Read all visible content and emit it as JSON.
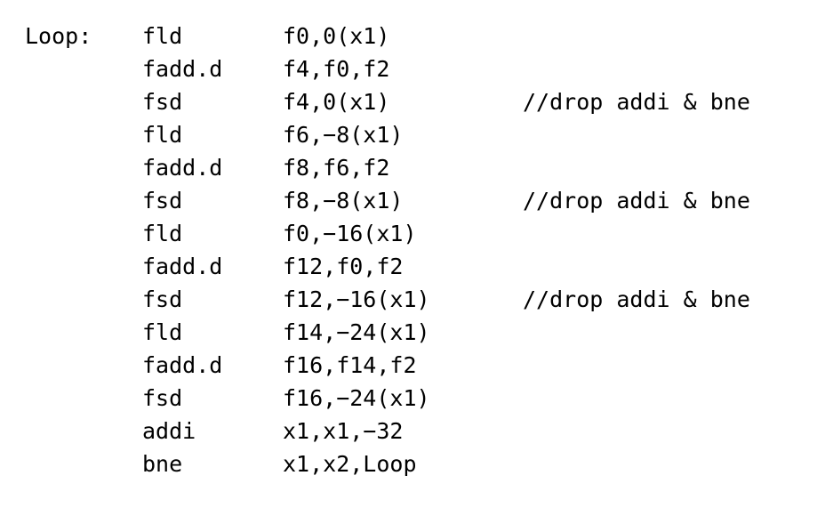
{
  "document": {
    "kind": "assembly-code-listing",
    "architecture": "RISC-V",
    "background_color": "#ffffff",
    "text_color": "#000000"
  },
  "columns": {
    "label": "label",
    "mnemonic": "mnemonic",
    "operands": "operands",
    "comment": "comment"
  },
  "lines": [
    {
      "label": "Loop:",
      "mnemonic": "fld",
      "operands": "f0,0(x1)",
      "comment": ""
    },
    {
      "label": "",
      "mnemonic": "fadd.d",
      "operands": "f4,f0,f2",
      "comment": ""
    },
    {
      "label": "",
      "mnemonic": "fsd",
      "operands": "f4,0(x1)",
      "comment": "//drop addi & bne"
    },
    {
      "label": "",
      "mnemonic": "fld",
      "operands": "f6,−8(x1)",
      "comment": ""
    },
    {
      "label": "",
      "mnemonic": "fadd.d",
      "operands": "f8,f6,f2",
      "comment": ""
    },
    {
      "label": "",
      "mnemonic": "fsd",
      "operands": "f8,−8(x1)",
      "comment": "//drop addi & bne"
    },
    {
      "label": "",
      "mnemonic": "fld",
      "operands": "f0,−16(x1)",
      "comment": ""
    },
    {
      "label": "",
      "mnemonic": "fadd.d",
      "operands": "f12,f0,f2",
      "comment": ""
    },
    {
      "label": "",
      "mnemonic": "fsd",
      "operands": "f12,−16(x1)",
      "comment": "//drop addi & bne"
    },
    {
      "label": "",
      "mnemonic": "fld",
      "operands": "f14,−24(x1)",
      "comment": ""
    },
    {
      "label": "",
      "mnemonic": "fadd.d",
      "operands": "f16,f14,f2",
      "comment": ""
    },
    {
      "label": "",
      "mnemonic": "fsd",
      "operands": "f16,−24(x1)",
      "comment": ""
    },
    {
      "label": "",
      "mnemonic": "addi",
      "operands": "x1,x1,−32",
      "comment": ""
    },
    {
      "label": "",
      "mnemonic": "bne",
      "operands": "x1,x2,Loop",
      "comment": ""
    }
  ]
}
